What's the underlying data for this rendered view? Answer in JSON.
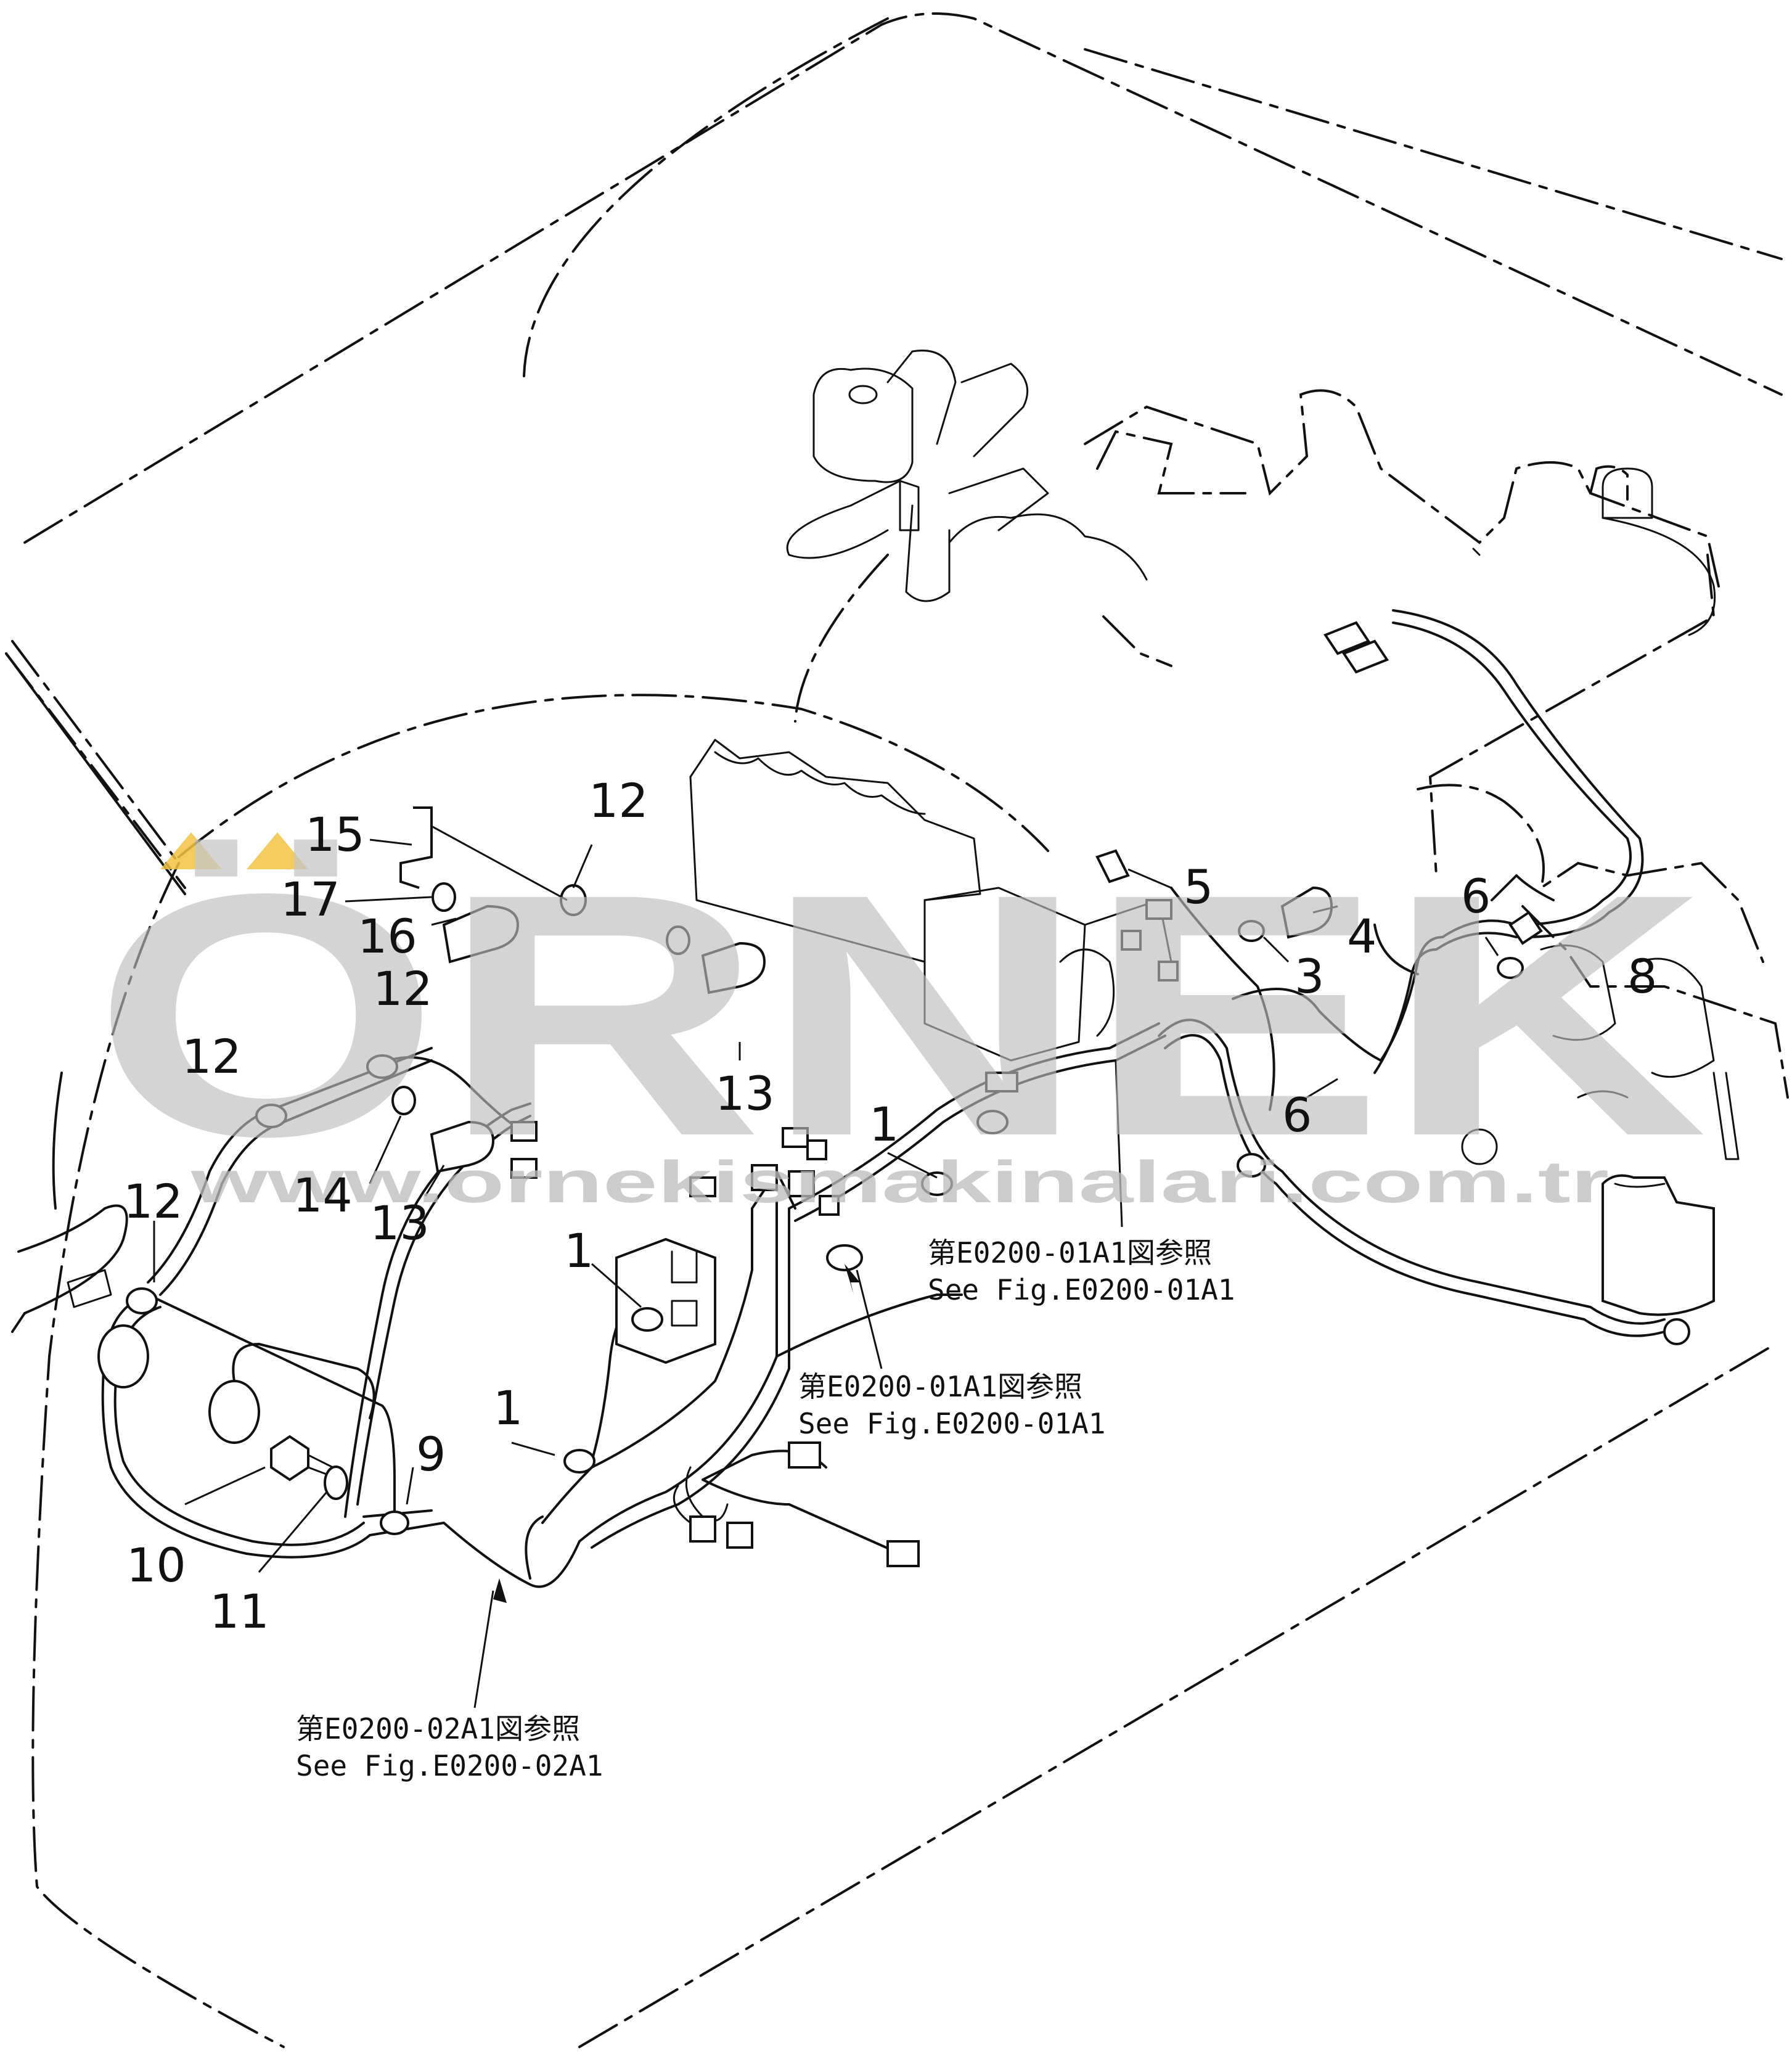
{
  "watermark": {
    "brand": "ÖRNEK",
    "url": "www.ornekismakinalari.com.tr",
    "accent_color": "#f3c342",
    "text_color": "#bdbdbd"
  },
  "callouts": [
    {
      "id": "c15",
      "text": "15"
    },
    {
      "id": "c12a",
      "text": "12"
    },
    {
      "id": "c17",
      "text": "17"
    },
    {
      "id": "c16",
      "text": "16"
    },
    {
      "id": "c12b",
      "text": "12"
    },
    {
      "id": "c12c",
      "text": "12"
    },
    {
      "id": "c13a",
      "text": "13"
    },
    {
      "id": "c14",
      "text": "14"
    },
    {
      "id": "c13b",
      "text": "13"
    },
    {
      "id": "c12d",
      "text": "12"
    },
    {
      "id": "c1a",
      "text": "1"
    },
    {
      "id": "c1b",
      "text": "1"
    },
    {
      "id": "c1c",
      "text": "1"
    },
    {
      "id": "c9",
      "text": "9"
    },
    {
      "id": "c10",
      "text": "10"
    },
    {
      "id": "c11",
      "text": "11"
    },
    {
      "id": "c5",
      "text": "5"
    },
    {
      "id": "c4",
      "text": "4"
    },
    {
      "id": "c3",
      "text": "3"
    },
    {
      "id": "c6a",
      "text": "6"
    },
    {
      "id": "c6b",
      "text": "6"
    },
    {
      "id": "c8",
      "text": "8"
    }
  ],
  "references": [
    {
      "id": "ref1",
      "jp": "第E0200-01A1図参照",
      "en": "See Fig.E0200-01A1"
    },
    {
      "id": "ref2",
      "jp": "第E0200-01A1図参照",
      "en": "See Fig.E0200-01A1"
    },
    {
      "id": "ref3",
      "jp": "第E0200-02A1図参照",
      "en": "See Fig.E0200-02A1"
    }
  ]
}
